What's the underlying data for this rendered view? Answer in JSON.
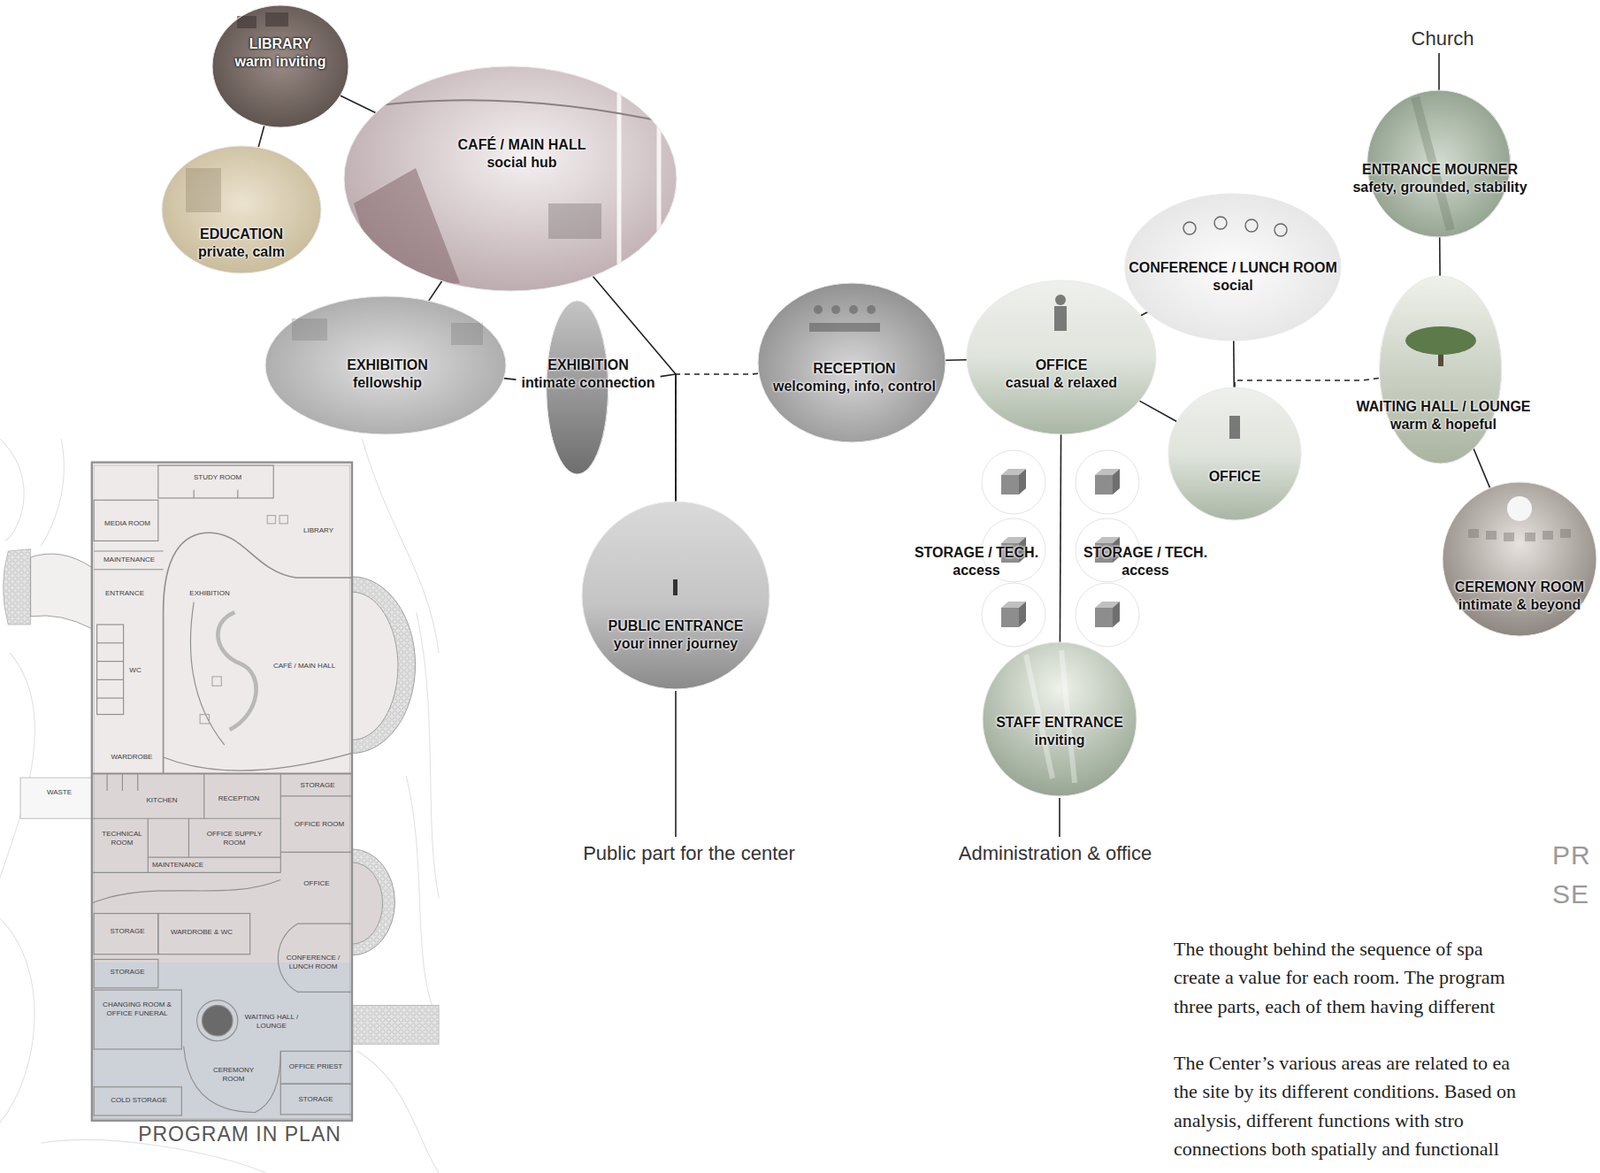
{
  "diagram": {
    "nodes": [
      {
        "text": [
          "LIBRARY",
          "warm inviting"
        ]
      },
      {
        "text": [
          "EDUCATION",
          "private, calm"
        ]
      },
      {
        "text": [
          "CAFÉ / MAIN HALL",
          "social hub"
        ]
      },
      {
        "text": [
          "EXHIBITION",
          "fellowship"
        ]
      },
      {
        "text": [
          "EXHIBITION",
          "intimate connection"
        ]
      },
      {
        "text": [
          "PUBLIC ENTRANCE",
          "your inner journey"
        ]
      },
      {
        "text": [
          "RECEPTION",
          "welcoming, info, control"
        ]
      },
      {
        "text": [
          "OFFICE",
          "casual & relaxed"
        ]
      },
      {
        "text": [
          "CONFERENCE / LUNCH ROOM",
          "social"
        ]
      },
      {
        "text": [
          "OFFICE"
        ]
      },
      {
        "text": [
          "STORAGE / TECH.",
          "access"
        ]
      },
      {
        "text": [
          "STORAGE / TECH.",
          "access"
        ]
      },
      {
        "text": [
          "STAFF ENTRANCE",
          "inviting"
        ]
      },
      {
        "text": [
          "ENTRANCE MOURNER",
          "safety, grounded, stability"
        ]
      },
      {
        "text": [
          "WAITING HALL / LOUNGE",
          "warm & hopeful"
        ]
      },
      {
        "text": [
          "CEREMONY ROOM",
          "intimate & beyond"
        ]
      }
    ],
    "edges": [
      {
        "from": 0,
        "to": 1,
        "arrow": "none"
      },
      {
        "from": 0,
        "to": 2,
        "arrow": "none"
      },
      {
        "from": 2,
        "to": 3,
        "arrow": "none"
      },
      {
        "from": 5,
        "to": 2,
        "arrow": "none"
      },
      {
        "from": 5,
        "to": 4,
        "arrow": "none"
      },
      {
        "from": 4,
        "to": 3,
        "arrow": "none"
      },
      {
        "from": 5,
        "to": 6,
        "arrow": "none"
      },
      {
        "from": 6,
        "to": 7,
        "arrow": "none"
      },
      {
        "from": 7,
        "to": 8,
        "arrow": "none"
      },
      {
        "from": 7,
        "to": 9,
        "arrow": "none"
      },
      {
        "from": 8,
        "to": 9,
        "arrow": "none"
      },
      {
        "from": 7,
        "to": 12,
        "arrow": "none"
      },
      {
        "from": 9,
        "to": 14,
        "arrow": "none"
      },
      {
        "from": 13,
        "to": 14,
        "arrow": "none"
      },
      {
        "from": 14,
        "to": 15,
        "arrow": "none"
      }
    ],
    "labels": [
      "Church",
      "Public part for the center",
      "Administration & office",
      "STUDY ROOM",
      "MEDIA ROOM",
      "LIBRARY",
      "MAINTENANCE",
      "ENTRANCE",
      "EXHIBITION",
      "WC",
      "CAFÉ / MAIN HALL",
      "WARDROBE",
      "WASTE",
      "KITCHEN",
      "RECEPTION",
      "STORAGE",
      "TECHNICAL ROOM",
      "OFFICE SUPPLY ROOM",
      "MAINTENANCE",
      "OFFICE ROOM",
      "OFFICE",
      "STORAGE",
      "WARDROBE & WC",
      "CONFERENCE / LUNCH ROOM",
      "STORAGE",
      "CHANGING ROOM & OFFICE FUNERAL",
      "WAITING HALL / LOUNGE",
      "OFFICE PRIEST",
      "CEREMONY ROOM",
      "STORAGE",
      "COLD STORAGE",
      "PROGRAM IN PLAN",
      "PR",
      "SE",
      "The thought behind the sequence of spa",
      "create a value for each room. The program",
      "three parts, each of them having different",
      "The Center’s various areas are related to ea",
      "the site by its different conditions. Based on",
      "analysis, different functions with stro",
      "connections both spatially and functionall"
    ]
  }
}
